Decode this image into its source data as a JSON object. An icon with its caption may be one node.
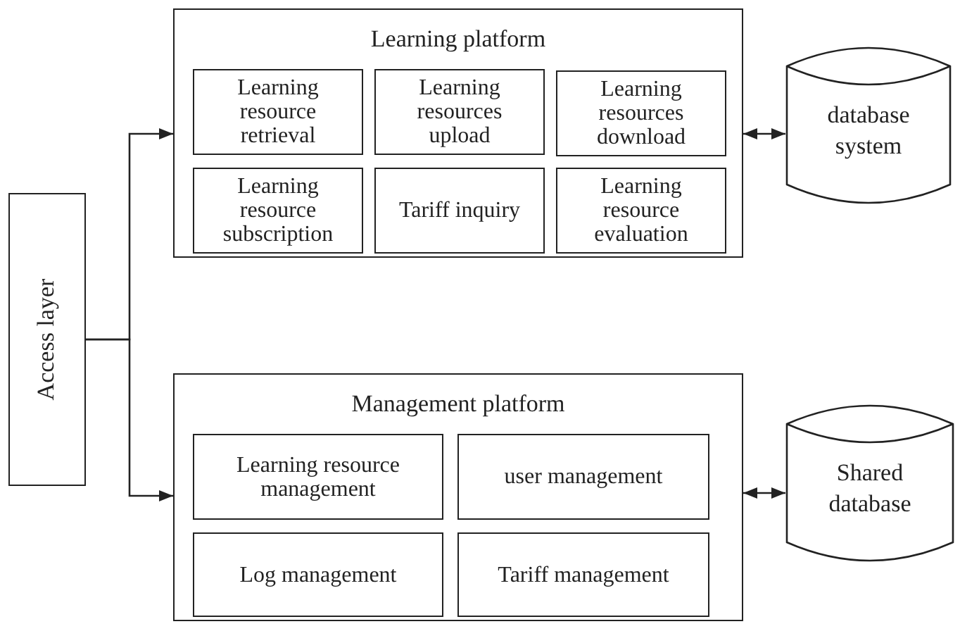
{
  "diagram": {
    "nodes": [
      {
        "text": [
          "Access layer"
        ]
      },
      {
        "text": [
          "Learning platform"
        ]
      },
      {
        "text": [
          "Learning resource retrieval"
        ],
        "in": 1
      },
      {
        "text": [
          "Learning resources upload"
        ],
        "in": 1
      },
      {
        "text": [
          "Learning resources download"
        ],
        "in": 1
      },
      {
        "text": [
          "Learning resource subscription"
        ],
        "in": 1
      },
      {
        "text": [
          "Tariff inquiry"
        ],
        "in": 1
      },
      {
        "text": [
          "Learning resource evaluation"
        ],
        "in": 1
      },
      {
        "text": [
          "Management platform"
        ]
      },
      {
        "text": [
          "Learning resource management"
        ],
        "in": 8
      },
      {
        "text": [
          "user management"
        ],
        "in": 8
      },
      {
        "text": [
          "Log management"
        ],
        "in": 8
      },
      {
        "text": [
          "Tariff management"
        ],
        "in": 8
      },
      {
        "text": [
          "database system"
        ]
      },
      {
        "text": [
          "Shared database"
        ]
      }
    ],
    "edges": [
      {
        "from": 0,
        "to": 1,
        "arrow": "to"
      },
      {
        "from": 0,
        "to": 8,
        "arrow": "to"
      },
      {
        "from": 1,
        "to": 13,
        "arrow": "both"
      },
      {
        "from": 8,
        "to": 14,
        "arrow": "both"
      }
    ]
  }
}
